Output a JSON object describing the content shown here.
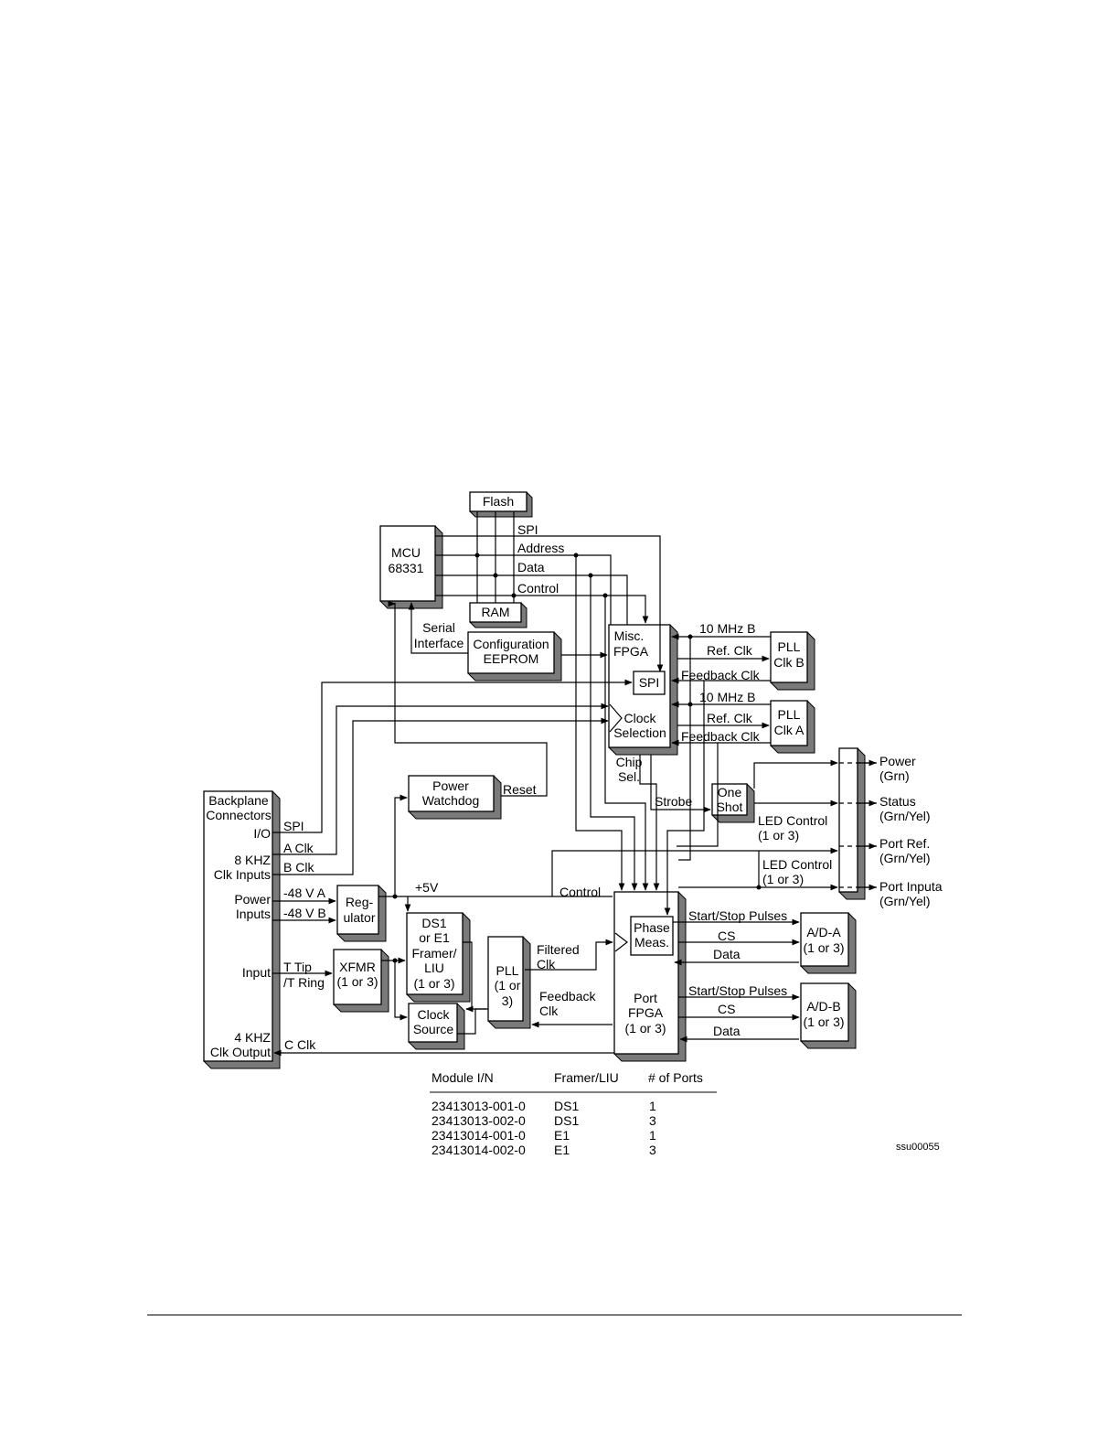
{
  "blocks": {
    "flash": "Flash",
    "ram": "RAM",
    "mcu": [
      "MCU",
      "68331"
    ],
    "config_eeprom": [
      "Configuration",
      "EEPROM"
    ],
    "misc_fpga": [
      "Misc.",
      "FPGA"
    ],
    "spi": "SPI",
    "clock_selection": [
      "Clock",
      "Selection"
    ],
    "pll_clk_b": [
      "PLL",
      "Clk B"
    ],
    "pll_clk_a": [
      "PLL",
      "Clk A"
    ],
    "power_watchdog": [
      "Power",
      "Watchdog"
    ],
    "backplane": [
      "Backplane",
      "Connectors"
    ],
    "one_shot": [
      "One",
      "Shot"
    ],
    "regulator": [
      "Reg-",
      "ulator"
    ],
    "xfmr": [
      "XFMR",
      "(1 or 3)"
    ],
    "framer": [
      "DS1",
      "or E1",
      "Framer/",
      "LIU",
      "(1 or 3)"
    ],
    "clock_source": [
      "Clock",
      "Source"
    ],
    "pll": [
      "PLL",
      "(1 or",
      "3)"
    ],
    "port_fpga": [
      "Port",
      "FPGA",
      "(1 or 3)"
    ],
    "phase_meas": [
      "Phase",
      "Meas."
    ],
    "ad_a": [
      "A/D-A",
      "(1 or 3)"
    ],
    "ad_b": [
      "A/D-B",
      "(1 or 3)"
    ]
  },
  "signals": {
    "spi": "SPI",
    "address": "Address",
    "data": "Data",
    "control": "Control",
    "serial_interface": [
      "Serial",
      "Interface"
    ],
    "mhz_b_1": "10 MHz B",
    "mhz_b_2": "10 MHz B",
    "ref_clk_1": "Ref. Clk",
    "ref_clk_2": "Ref. Clk",
    "feedback_clk_1": "Feedback Clk",
    "feedback_clk_2": "Feedback Clk",
    "chip_sel": [
      "Chip",
      "Sel."
    ],
    "reset": "Reset",
    "strobe": "Strobe",
    "led_control_1": [
      "LED Control",
      "(1 or 3)"
    ],
    "led_control_2": [
      "LED Control",
      "(1 or 3)"
    ],
    "plus5v": "+5V",
    "control_bottom": "Control",
    "filtered_clk": [
      "Filtered",
      "Clk"
    ],
    "feedback_clk_pll": [
      "Feedback",
      "Clk"
    ],
    "start_stop_1": "Start/Stop Pulses",
    "start_stop_2": "Start/Stop Pulses",
    "cs_1": "CS",
    "cs_2": "CS",
    "data_1": "Data",
    "data_2": "Data",
    "bp_spi": "SPI",
    "bp_io": "I/O",
    "a_clk": "A Clk",
    "b_clk": "B Clk",
    "khz8": [
      "8 KHZ",
      "Clk Inputs"
    ],
    "minus48a": "-48 V A",
    "minus48b": "-48 V B",
    "power_inputs": [
      "Power",
      "Inputs"
    ],
    "input": "Input",
    "t_tip": "T Tip",
    "t_ring": "/T Ring",
    "khz4": [
      "4 KHZ",
      "Clk Output"
    ],
    "c_clk": "C Clk"
  },
  "led_outputs": {
    "power": [
      "Power",
      "(Grn)"
    ],
    "status": [
      "Status",
      "(Grn/Yel)"
    ],
    "port_ref": [
      "Port Ref.",
      "(Grn/Yel)"
    ],
    "port_inputs": [
      "Port Inputa",
      "(Grn/Yel)"
    ]
  },
  "module_table": {
    "headers": [
      "Module I/N",
      "Framer/LIU",
      "# of Ports"
    ],
    "rows": [
      [
        "23413013-001-0",
        "DS1",
        "1"
      ],
      [
        "23413013-002-0",
        "DS1",
        "3"
      ],
      [
        "23413014-001-0",
        "E1",
        "1"
      ],
      [
        "23413014-002-0",
        "E1",
        "3"
      ]
    ]
  },
  "figure_id": "ssu00055"
}
